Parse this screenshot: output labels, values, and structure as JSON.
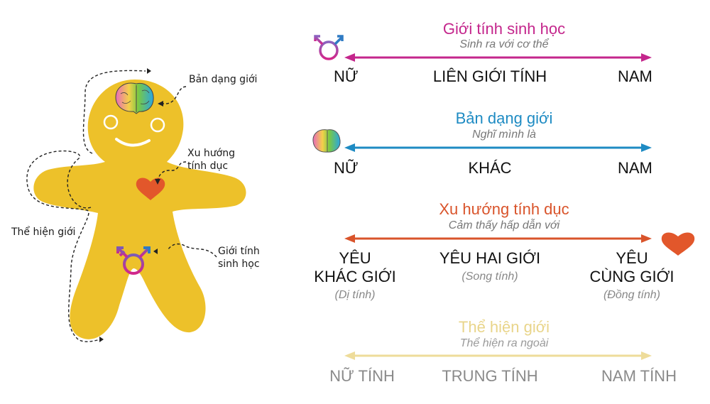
{
  "figure": {
    "left_labels": {
      "gender_identity": "Bản dạng giới",
      "sexual_orientation_line1": "Xu hướng",
      "sexual_orientation_line2": "tính dục",
      "gender_expression": "Thể hiện giới",
      "biological_sex_line1": "Giới tính",
      "biological_sex_line2": "sinh học"
    },
    "colors": {
      "body": "#EDC12A",
      "biological_sex": "#C4268C",
      "gender_identity": "#1E8BC3",
      "sexual_orientation": "#D9542B",
      "gender_expression": "#EEDC9A"
    },
    "spectra": [
      {
        "title": "Giới tính sinh học",
        "subtitle": "Sinh ra với cơ thể",
        "left": "NỮ",
        "middle": "LIÊN GIỚI TÍNH",
        "right": "NAM",
        "icon": "transgender-symbol-icon"
      },
      {
        "title": "Bản dạng giới",
        "subtitle": "Nghĩ mình là",
        "left": "NỮ",
        "middle": "KHÁC",
        "right": "NAM",
        "icon": "brain-icon"
      },
      {
        "title": "Xu hướng tính dục",
        "subtitle": "Cảm thấy hấp dẫn với",
        "left_line1": "YÊU",
        "left_line2": "KHÁC GIỚI",
        "left_note": "(Dị tính)",
        "middle_line1": "YÊU HAI GIỚI",
        "middle_note": "(Song tính)",
        "right_line1": "YÊU",
        "right_line2": "CÙNG GIỚI",
        "right_note": "(Đồng tính)",
        "icon": "heart-icon"
      },
      {
        "title": "Thể hiện giới",
        "subtitle": "Thể hiện ra ngoài",
        "left": "NỮ TÍNH",
        "middle": "TRUNG TÍNH",
        "right": "NAM TÍNH"
      }
    ]
  }
}
